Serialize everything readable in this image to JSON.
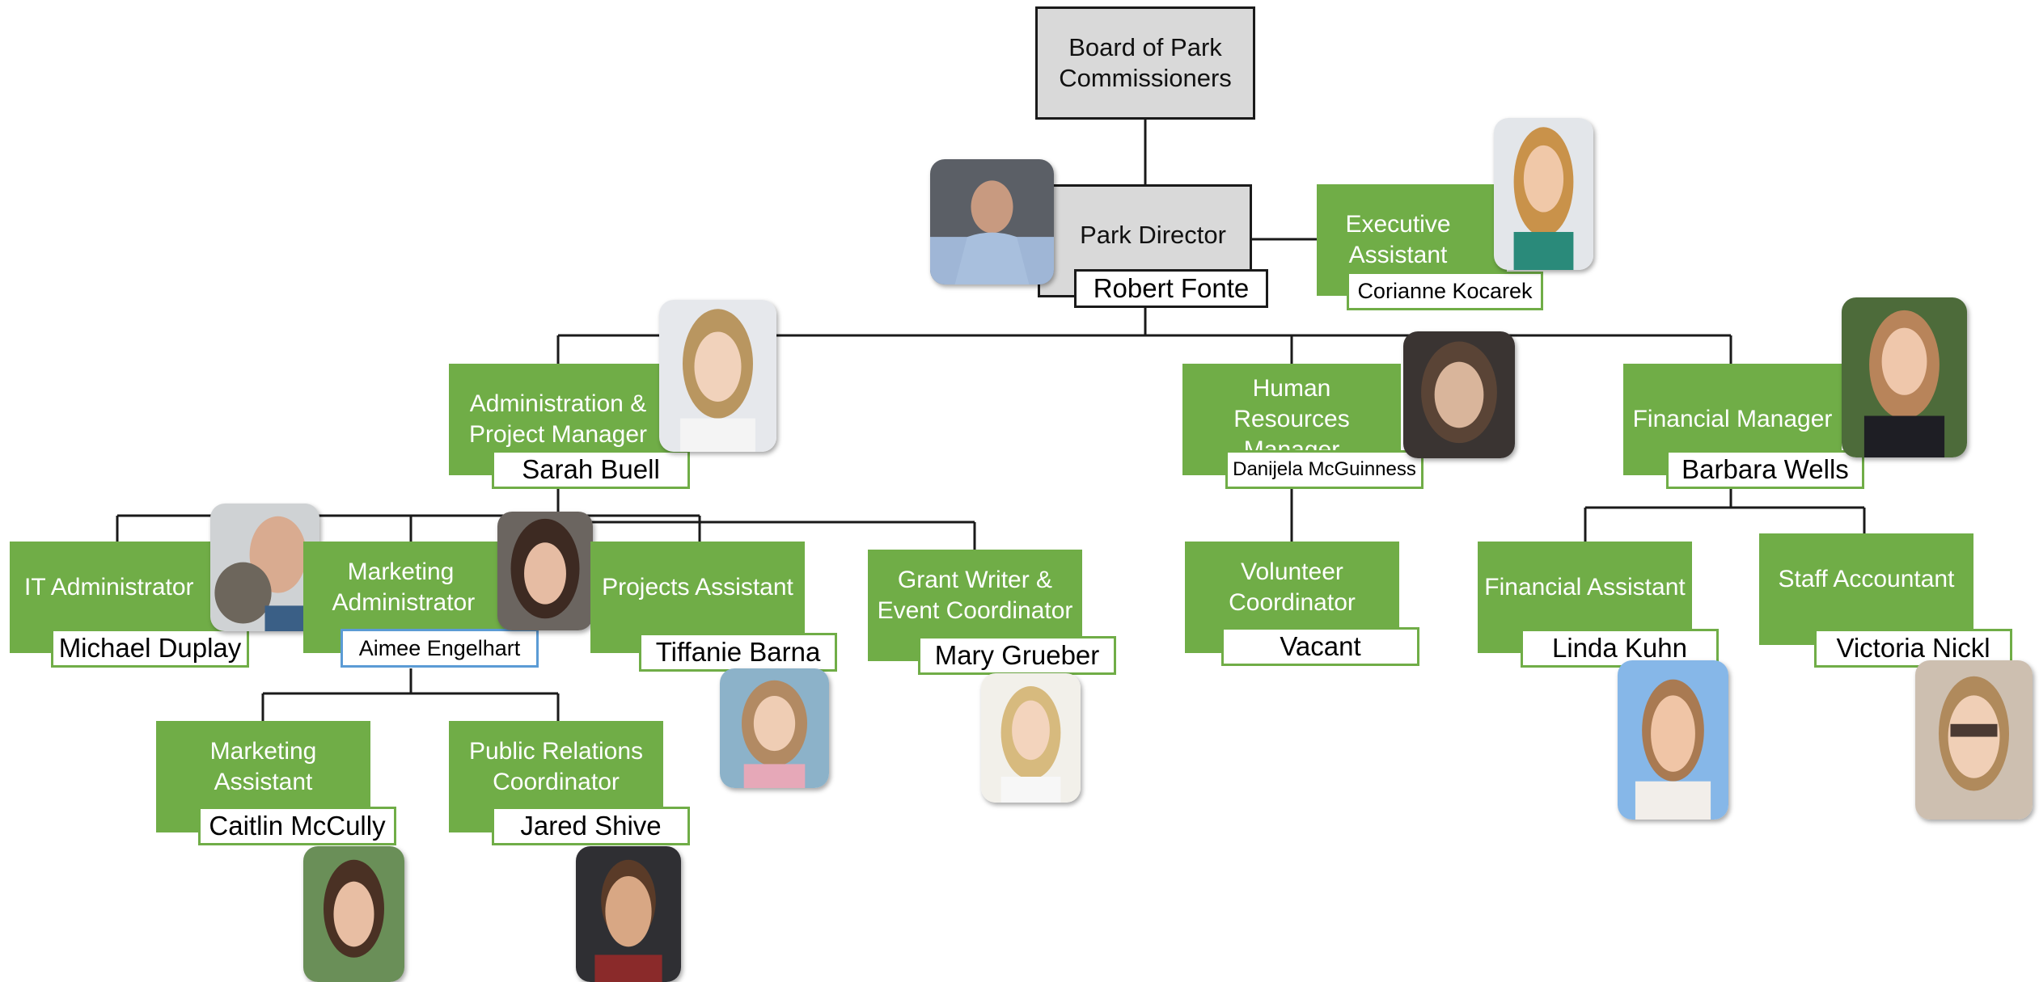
{
  "board": {
    "title": "Board of Park Commissioners"
  },
  "director": {
    "title": "Park Director",
    "name": "Robert Fonte"
  },
  "exec_assistant": {
    "title": "Executive Assistant",
    "name": "Corianne Kocarek"
  },
  "admin_manager": {
    "title": "Administration & Project Manager",
    "name": "Sarah Buell"
  },
  "hr_manager": {
    "title": "Human Resources Manager",
    "name": "Danijela McGuinness"
  },
  "financial_manager": {
    "title": "Financial Manager",
    "name": "Barbara Wells"
  },
  "it_admin": {
    "title": "IT Administrator",
    "name": "Michael Duplay"
  },
  "marketing_admin": {
    "title": "Marketing Administrator",
    "name": "Aimee Engelhart"
  },
  "projects_assistant": {
    "title": "Projects Assistant",
    "name": "Tiffanie Barna"
  },
  "grant_writer": {
    "title": "Grant Writer & Event Coordinator",
    "name": "Mary Grueber"
  },
  "volunteer_coord": {
    "title": "Volunteer Coordinator",
    "name": "Vacant"
  },
  "financial_assistant": {
    "title": "Financial Assistant",
    "name": "Linda Kuhn"
  },
  "staff_accountant": {
    "title": "Staff Accountant",
    "name": "Victoria Nickl"
  },
  "marketing_assistant": {
    "title": "Marketing Assistant",
    "name": "Caitlin McCully"
  },
  "pr_coord": {
    "title": "Public Relations Coordinator",
    "name": "Jared Shive"
  },
  "colors": {
    "title_box": "#70ad47",
    "board_box": "#d9d9d9",
    "connector": "#1a1a1a",
    "highlight_border": "#5b9bd5"
  }
}
